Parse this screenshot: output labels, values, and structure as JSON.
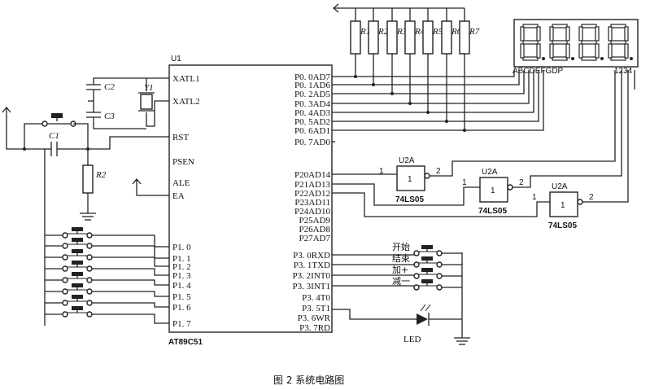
{
  "caption": "图 2   系统电路图",
  "mcu": {
    "top_label": "U1",
    "bottom_label": "AT89C51",
    "left_pins": [
      "XATL1",
      "XATL2",
      "RST",
      "PSEN",
      "ALE",
      "EA",
      "P1. 0",
      "P1. 1",
      "P1. 2",
      "P1. 3",
      "P1. 4",
      "P1. 5",
      "P1. 6",
      "P1. 7"
    ],
    "right_pins": [
      "P0. 0AD7",
      "P0. 1AD6",
      "P0. 2AD5",
      "P0. 3AD4",
      "P0. 4AD3",
      "P0. 5AD2",
      "P0. 6AD1",
      "P0. 7AD0",
      "P20AD14",
      "P21AD13",
      "P22AD12",
      "P23AD11",
      "P24AD10",
      "P25AD9",
      "P26AD8",
      "P27AD7",
      "P3. 0RXD",
      "P3. 1TXD",
      "P3. 2INT0",
      "P3. 3INT1",
      "P3. 4T0",
      "P3. 5T1",
      "P3. 6WR",
      "P3. 7RD"
    ]
  },
  "resistors": [
    "R1",
    "R2",
    "R3",
    "R4",
    "R5",
    "R6",
    "R7"
  ],
  "reset_resistor": "R2",
  "capacitors": {
    "c1": "C1",
    "c2": "C2",
    "c3": "C3"
  },
  "crystal": "Y1",
  "display": {
    "segment_labels": "ABCDEFGDP",
    "digit_labels": "1234",
    "digits": 4
  },
  "gates": [
    {
      "title": "U2A",
      "value": "1",
      "part": "74LS05",
      "in": "1",
      "out": "2"
    },
    {
      "title": "U2A",
      "value": "1",
      "part": "74LS05",
      "in": "1",
      "out": "2"
    },
    {
      "title": "U2A",
      "value": "1",
      "part": "74LS05",
      "in": "1",
      "out": "2"
    }
  ],
  "buttons": [
    "开始",
    "结束",
    "加+",
    "减一"
  ],
  "led_label": "LED",
  "colors": {
    "ink": "#222222",
    "background": "#ffffff"
  }
}
